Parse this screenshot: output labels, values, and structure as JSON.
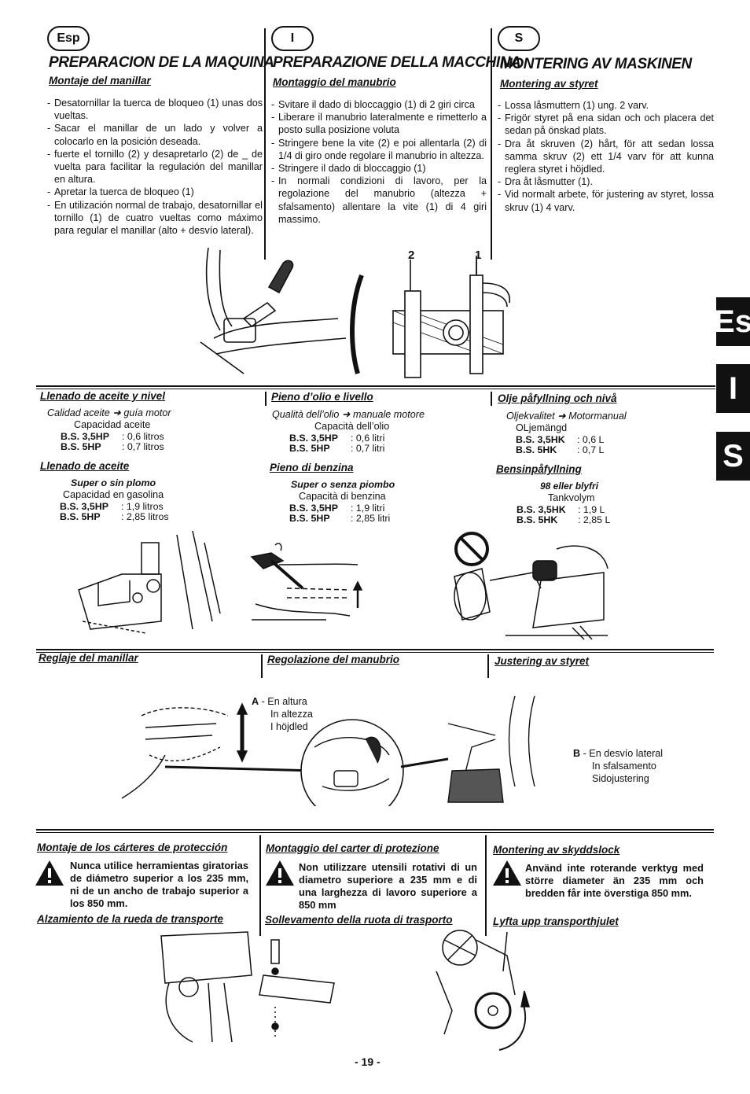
{
  "badges": {
    "esp": "Esp",
    "it": "I",
    "sv": "S"
  },
  "side_tabs": {
    "es": "Es",
    "it": "I",
    "sv": "S"
  },
  "section1": {
    "esp": {
      "title": "PREPARACION DE LA MAQUINA",
      "subtitle": "Montaje del manillar",
      "steps": [
        "Desatornillar la tuerca de bloqueo (1) unas dos vueltas.",
        "Sacar el manillar de un lado y volver a colocarlo en la posición deseada.",
        "fuerte el tornillo (2) y desapretarlo (2) de _ de vuelta para facilitar la regulación del manillar en altura.",
        "Apretar la tuerca de bloqueo (1)",
        "En utilización normal de trabajo, desatornillar el tornillo (1) de cuatro vueltas como máximo para regular el manillar (alto + desvío lateral)."
      ]
    },
    "it": {
      "title": "PREPARAZIONE DELLA MACCHINA",
      "subtitle": "Montaggio del manubrio",
      "steps": [
        "Svitare il dado di bloccaggio (1) di 2 giri circa",
        "Liberare il manubrio lateralmente e rimetterlo a posto sulla posizione voluta",
        "Stringere bene la vite (2) e poi allentarla (2) di 1/4 di giro onde regolare il manubrio in altezza.",
        "Stringere il dado di bloccaggio (1)",
        "In normali condizioni di lavoro, per la regolazione del manubrio (altezza + sfalsamento) allentare la vite (1) di 4 giri massimo."
      ]
    },
    "sv": {
      "title": "MONTERING AV MASKINEN",
      "subtitle": "Montering av styret",
      "steps": [
        "Lossa låsmuttern (1) ung. 2 varv.",
        "Frigör styret på ena sidan och och placera det sedan på önskad plats.",
        "Dra åt skruven (2) hårt, för att sedan lossa samma skruv (2) ett 1/4 varv för att kunna reglera styret i höjdled.",
        "Dra åt låsmutter (1).",
        "Vid normalt arbete, för justering av styret, lossa skruv (1) 4 varv."
      ]
    },
    "callouts": {
      "two": "2",
      "one": "1"
    }
  },
  "section2": {
    "esp": {
      "oil_title": "Llenado de aceite y nivel",
      "oil_quality": "Calidad aceite ➜ guía motor",
      "oil_capacity": "Capacidad aceite",
      "oil_specs": [
        {
          "k": "B.S. 3,5HP",
          "v": ": 0,6 litros"
        },
        {
          "k": "B.S. 5HP",
          "v": ": 0,7 litros"
        }
      ],
      "fuel_title": "Llenado de aceite",
      "fuel_type": "Super o sin plomo",
      "fuel_capacity": "Capacidad en gasolina",
      "fuel_specs": [
        {
          "k": "B.S. 3,5HP",
          "v": ": 1,9 litros"
        },
        {
          "k": "B.S. 5HP",
          "v": ": 2,85 litros"
        }
      ]
    },
    "it": {
      "oil_title": "Pieno d’olio e livello",
      "oil_quality": "Qualità dell’olio ➜ manuale motore",
      "oil_capacity": "Capacità dell’olio",
      "oil_specs": [
        {
          "k": "B.S. 3,5HP",
          "v": ": 0,6 litri"
        },
        {
          "k": "B.S. 5HP",
          "v": ": 0,7 litri"
        }
      ],
      "fuel_title": "Pieno di benzina",
      "fuel_type": "Super o senza piombo",
      "fuel_capacity": "Capacità di benzina",
      "fuel_specs": [
        {
          "k": "B.S. 3,5HP",
          "v": ": 1,9 litri"
        },
        {
          "k": "B.S. 5HP",
          "v": ": 2,85 litri"
        }
      ]
    },
    "sv": {
      "oil_title": "Olje påfyllning och nivå",
      "oil_quality": "Oljekvalitet ➜ Motormanual",
      "oil_capacity": "OLjemängd",
      "oil_specs": [
        {
          "k": "B.S. 3,5HK",
          "v": ": 0,6 L"
        },
        {
          "k": "B.S. 5HK",
          "v": ": 0,7 L"
        }
      ],
      "fuel_title": "Bensinpåfyllning",
      "fuel_type": "98 eller blyfri",
      "fuel_capacity": "Tankvolym",
      "fuel_specs": [
        {
          "k": "B.S. 3,5HK",
          "v": ": 1,9 L"
        },
        {
          "k": "B.S. 5HK",
          "v": ": 2,85 L"
        }
      ]
    }
  },
  "section3": {
    "titles": {
      "esp": "Reglaje del manillar",
      "it": "Regolazione del manubrio",
      "sv": "Justering av styret"
    },
    "a_key": "A",
    "a_lines": [
      "- En altura",
      "In altezza",
      "I höjdled"
    ],
    "b_key": "B",
    "b_lines": [
      "- En desvío lateral",
      "In sfalsamento",
      "Sidojustering"
    ]
  },
  "section4": {
    "esp": {
      "title": "Montaje de los cárteres de protección",
      "warning": "Nunca utilice herramientas giratorias de diámetro superior a los 235 mm, ni de un ancho de trabajo superior a los 850 mm.",
      "wheel_title": "Alzamiento de la rueda de transporte"
    },
    "it": {
      "title": "Montaggio del carter di protezione",
      "warning": "Non utilizzare utensili rotativi di un diametro superiore a 235 mm e di una larghezza di lavoro superiore a 850 mm",
      "wheel_title": "Sollevamento della ruota di trasporto"
    },
    "sv": {
      "title": "Montering av skyddslock",
      "warning": "Använd inte roterande verktyg med större diameter än 235 mm och bredden får inte överstiga 850 mm.",
      "wheel_title": "Lyfta upp transporthjulet"
    }
  },
  "page_number": "- 19 -"
}
